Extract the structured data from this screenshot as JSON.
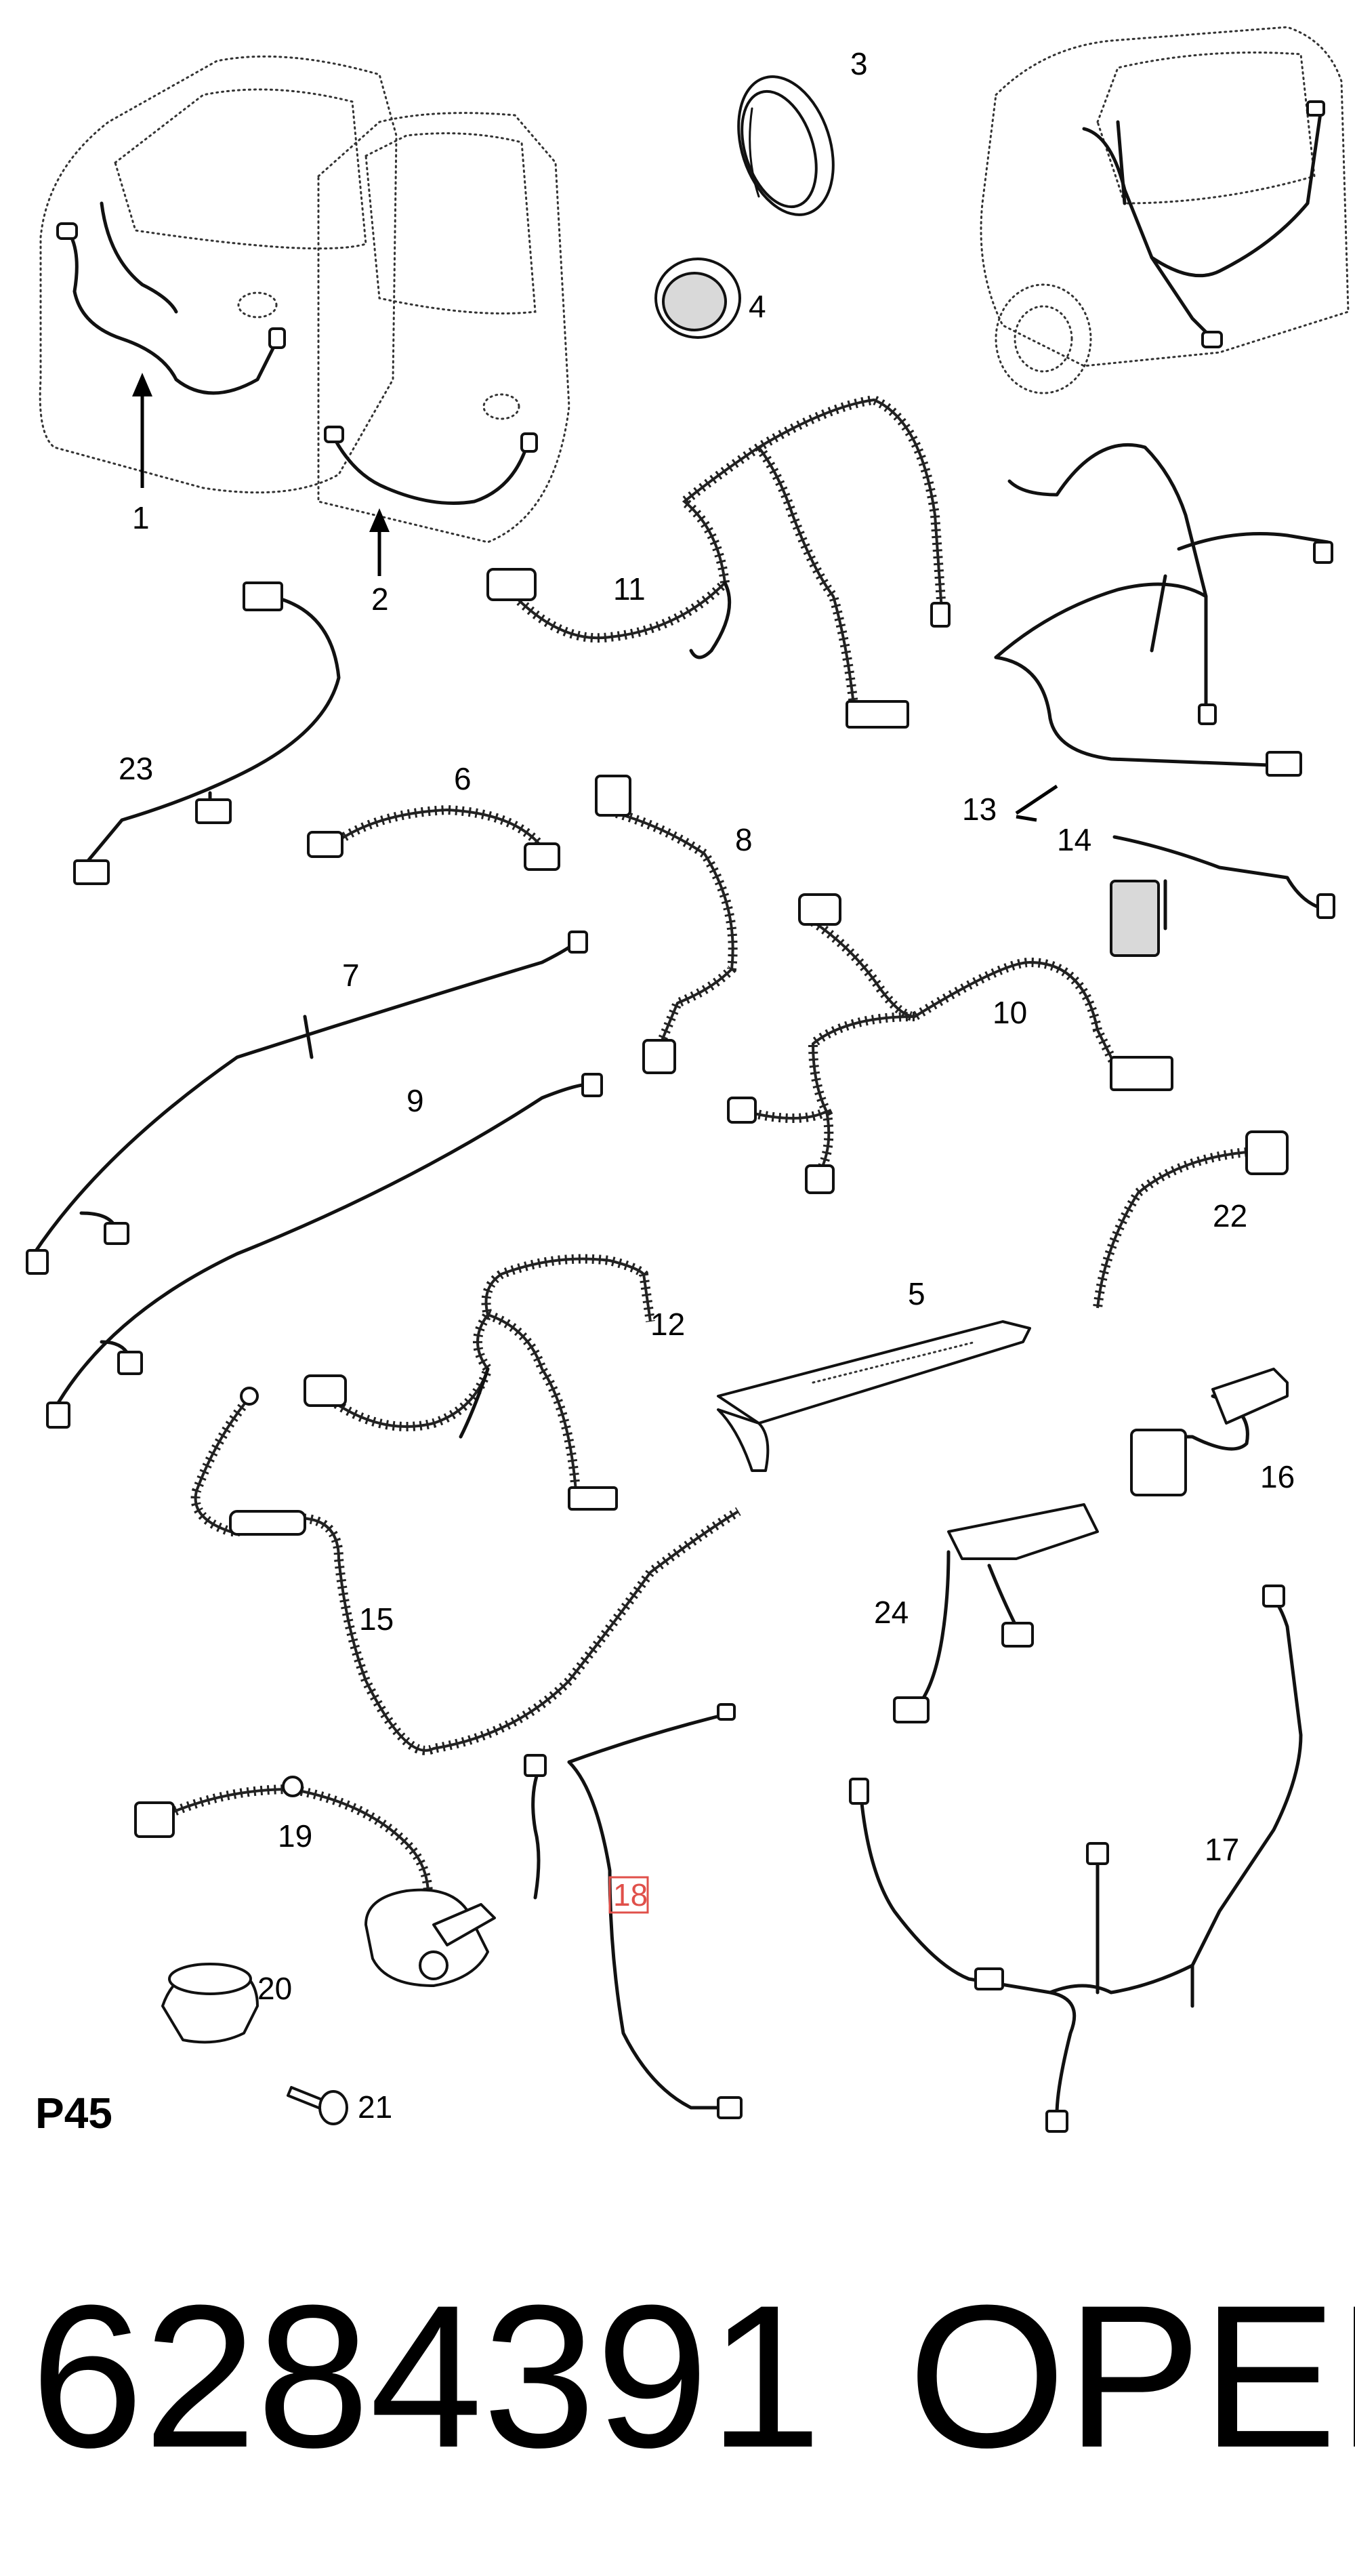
{
  "sheet_label": "P45",
  "part_number": "6284391",
  "brand": "OPEL",
  "highlight_color": "#e0504a",
  "callouts": {
    "c1": "1",
    "c2": "2",
    "c3": "3",
    "c4": "4",
    "c5": "5",
    "c6": "6",
    "c7": "7",
    "c8": "8",
    "c9": "9",
    "c10": "10",
    "c11": "11",
    "c12": "12",
    "c13": "13",
    "c14": "14",
    "c15": "15",
    "c16": "16",
    "c17": "17",
    "c18": "18",
    "c19": "19",
    "c20": "20",
    "c21": "21",
    "c22": "22",
    "c23": "23",
    "c24": "24"
  },
  "highlighted_callout": "18"
}
